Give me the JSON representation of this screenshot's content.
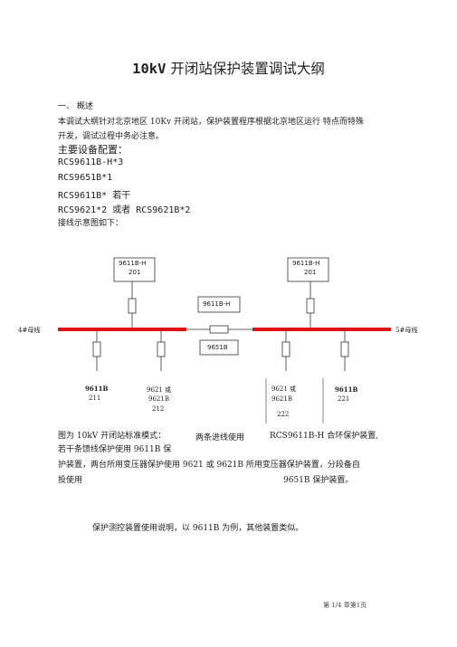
{
  "title": {
    "prefix": "10kV",
    "rest": " 开闭站保护装置调试大纲"
  },
  "section1": {
    "heading": "一、  概述"
  },
  "intro": {
    "line1": "本调试大纲针对北京地区 10Kv 开闭站，保护装置程序根据北京地区运行 特点而特殊",
    "line2": "开发，调试过程中务必注意。"
  },
  "devices": {
    "heading": "主要设备配置：",
    "items": [
      "RCS9611B-H*3",
      "RCS9651B*1",
      "RCS9611B*  若干",
      "RCS9621*2  或者  RCS9621B*2"
    ]
  },
  "wiring_label": "接线示意图如下：",
  "diagram": {
    "box_left_top": "9611B-H",
    "box_left_bottom": "201",
    "box_right_top": "9611B-H",
    "box_right_bottom": "201",
    "box_center": "9611B-H",
    "box_sectional": "9651B",
    "bus_left": "4#母线",
    "bus_right": "5#母线",
    "feeder1_a": "9611B",
    "feeder1_b": "211",
    "feeder2_a": "9621  或",
    "feeder2_b": "9621B",
    "feeder2_c": "212",
    "feeder3_a": "9621  或",
    "feeder3_b": "9621B",
    "feeder3_c": "222",
    "feeder4_a": "9611B",
    "feeder4_b": "221",
    "bus_color": "#e01010"
  },
  "desc": {
    "l1a": "图为 10kV 开闭站标准模式：",
    "l1b": "两条进线使用",
    "l1c": "RCS9611B-H 合环保护装置,",
    "l2": "若干条馈线保护使用 9611B 保",
    "l3": "护装置，两台所用变压器保护使用 9621 或  9621B 所用变压器保护装置，分段备自",
    "l4a": "投使用",
    "l4b": "9651B 保护装置。"
  },
  "usage": "保护测控装置使用说明，以 9611B 为例，其他装置类似。",
  "footer": "第 1/4 章第1页"
}
